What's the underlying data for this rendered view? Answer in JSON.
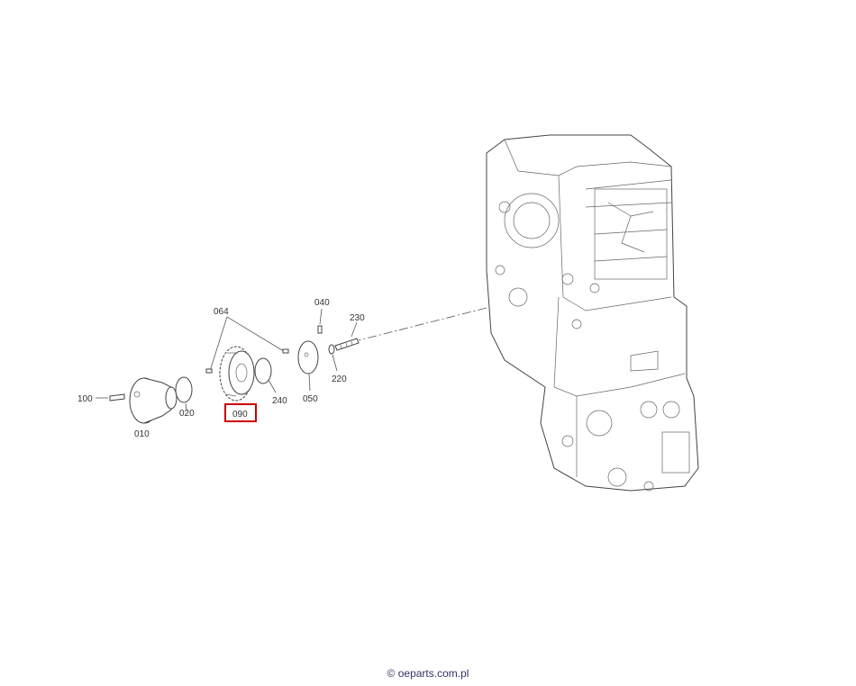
{
  "diagram": {
    "labels": {
      "p010": "010",
      "p020": "020",
      "p040": "040",
      "p050": "050",
      "p064": "064",
      "p090": "090",
      "p100": "100",
      "p220": "220",
      "p230": "230",
      "p240": "240"
    },
    "highlight_color": "#cc0000",
    "highlighted_part": "090"
  },
  "footer": {
    "copyright": "© oeparts.com.pl"
  }
}
